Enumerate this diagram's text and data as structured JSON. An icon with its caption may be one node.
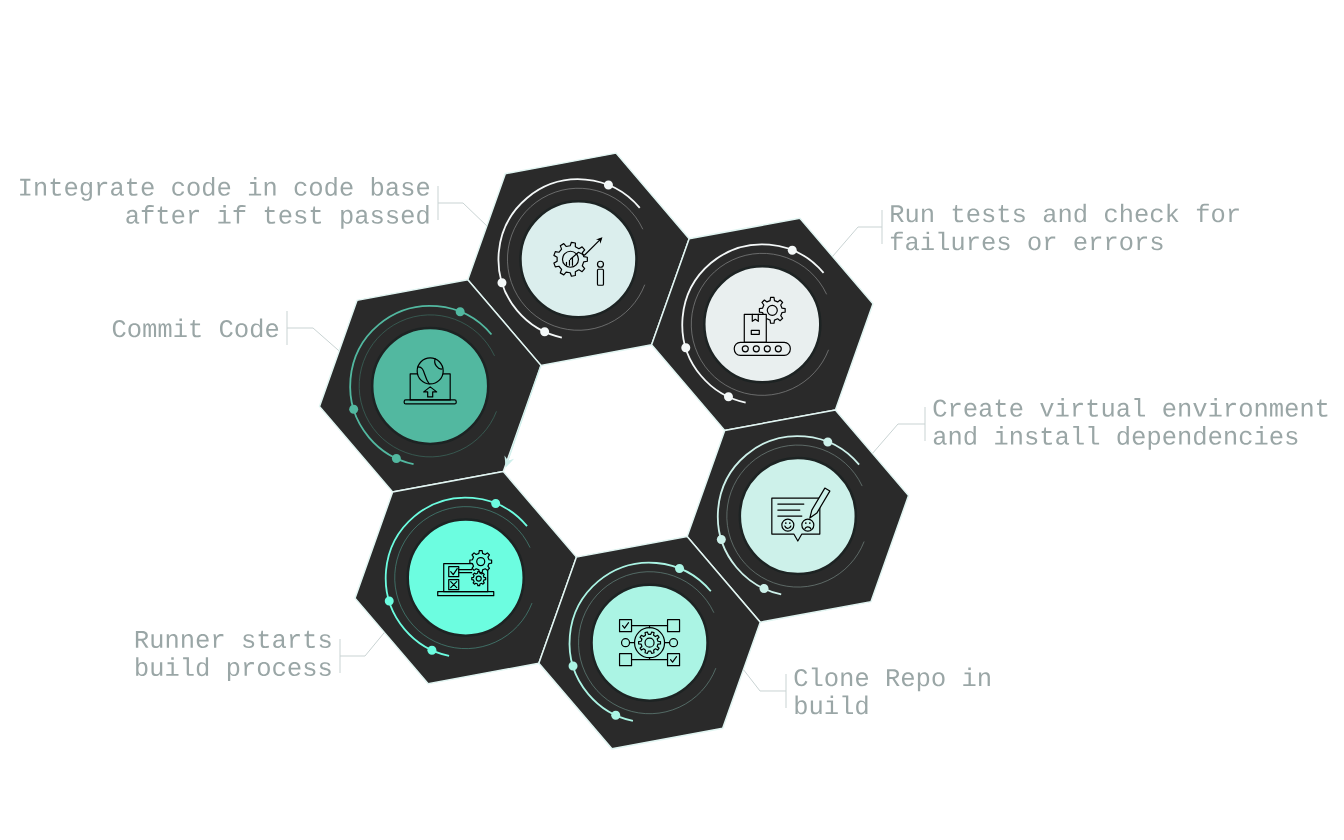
{
  "diagram": {
    "nodes": [
      {
        "text": [
          "Integrate code in code base after if test passed"
        ]
      },
      {
        "text": [],
        "shape": "hexagon"
      },
      {
        "text": [
          "Run tests and check for failures or errors"
        ]
      },
      {
        "text": [],
        "shape": "hexagon"
      },
      {
        "text": [
          "Commit Code"
        ]
      },
      {
        "text": [],
        "shape": "hexagon"
      },
      {
        "text": [
          "Create virtual environment and install dependencies"
        ]
      },
      {
        "text": [],
        "shape": "hexagon"
      },
      {
        "text": [
          "Runner starts build process"
        ]
      },
      {
        "text": [],
        "shape": "hexagon"
      },
      {
        "text": [
          "Clone Repo in build"
        ]
      },
      {
        "text": [],
        "shape": "hexagon"
      }
    ],
    "edges": [
      {
        "from": 0,
        "to": 1,
        "arrow": "none"
      },
      {
        "from": 2,
        "to": 3,
        "arrow": "none"
      },
      {
        "from": 4,
        "to": 5,
        "arrow": "none"
      },
      {
        "from": 6,
        "to": 7,
        "arrow": "none"
      },
      {
        "from": 8,
        "to": 9,
        "arrow": "none"
      },
      {
        "from": 10,
        "to": 11,
        "arrow": "none"
      },
      {
        "from": 5,
        "to": 9,
        "arrow": "to",
        "color": "#cdeeea"
      }
    ]
  }
}
